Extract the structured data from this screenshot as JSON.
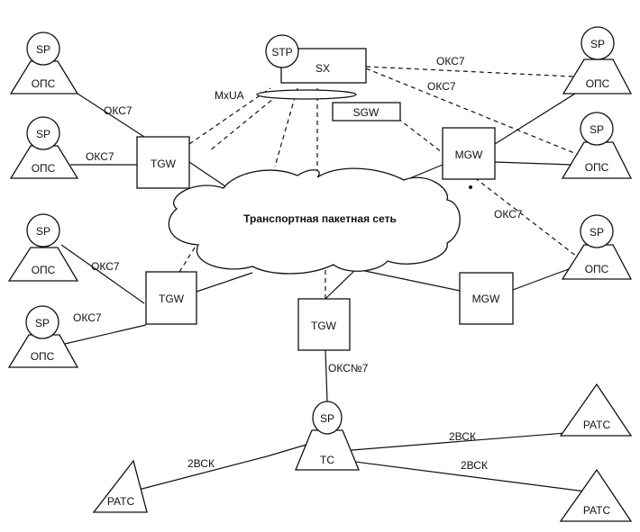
{
  "diagram": {
    "cloud_label": "Транспортная пакетная сеть",
    "sx_label": "SX",
    "stp_label": "STP",
    "sgw_label": "SGW",
    "mxua_label": "MxUA",
    "nodes": {
      "ops_tl": {
        "top": "SP",
        "bottom": "ОПС"
      },
      "ops_ml": {
        "top": "SP",
        "bottom": "ОПС"
      },
      "ops_bl1": {
        "top": "SP",
        "bottom": "ОПС"
      },
      "ops_bl2": {
        "top": "SP",
        "bottom": "ОПС"
      },
      "ops_tr": {
        "top": "SP",
        "bottom": "ОПС"
      },
      "ops_mr": {
        "top": "SP",
        "bottom": "ОПС"
      },
      "ops_r3": {
        "top": "SP",
        "bottom": "ОПС"
      },
      "tc": {
        "top": "SP",
        "bottom": "ТС"
      },
      "ratc_l": {
        "label": "РАТС"
      },
      "ratc_r1": {
        "label": "РАТС"
      },
      "ratc_r2": {
        "label": "РАТС"
      }
    },
    "gateways": {
      "tgw_top": "TGW",
      "tgw_left": "TGW",
      "tgw_bottom": "TGW",
      "mgw_top": "MGW",
      "mgw_bottom": "MGW"
    },
    "link_labels": {
      "okc7_tl": "ОКС7",
      "okc7_ml": "ОКС7",
      "okc7_bl1": "ОКС7",
      "okc7_bl2": "ОКС7",
      "okc7_sx_tr": "ОКС7",
      "okc7_sx_mr": "ОКС7",
      "okc7_sgw_r3": "ОКС7",
      "okcn7_tc": "ОКС№7",
      "bck_l": "2ВСК",
      "bck_r1": "2ВСК",
      "bck_r2": "2ВСК"
    }
  }
}
